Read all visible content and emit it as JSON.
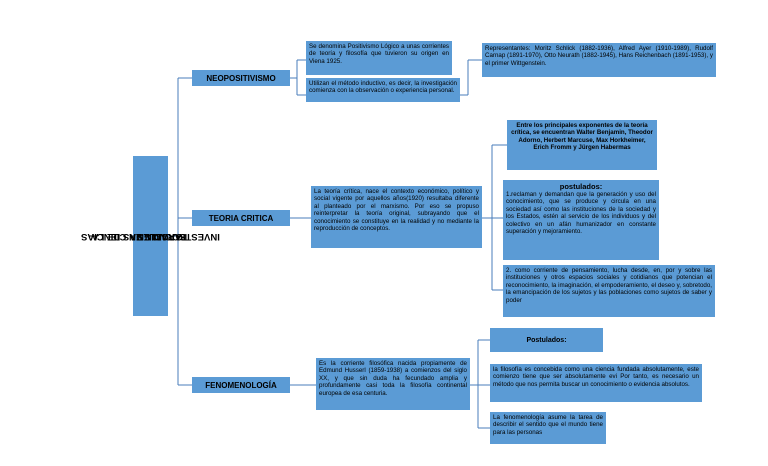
{
  "root": {
    "line1": "PARADIGMAS DE LA",
    "line2": "INVESTIGACION EN CIENCIAS",
    "line3": "SOCIALES"
  },
  "neopositivismo": {
    "label": "NEOPOSITIVISMO",
    "def": "Se denomina Positivismo Lógico a unas corrientes de teoría y filosofía que tuvieron su origen en Viena 1925.",
    "metodo": "Utilizan el método inductivo, es decir, la investigación comienza con la observación o experiencia personal.",
    "representantes": "Representantes: Moritz Schlick (1882-1936), Alfred Ayer (1910-1989), Rudolf Carnap (1891-1970), Otto Neurath (1882-1945), Hans Reichenbach (1891-1953), y el primer Wittgenstein."
  },
  "teoria": {
    "label": "TEORIA CRITICA",
    "def": "La teoría crítica, nace el contexto económico, político y social vigente por aquellos años(1920) resultaba diferente al planteado por el marxismo. Por eso se propuso reinterpretar la teoría original, subrayando que el conocimiento se constituye en la realidad y no mediante la reproducción de conceptos.",
    "exponentes": "Entre los principales exponentes de la teoría crítica, se encuentran Walter Benjamin, Theodor Adorno, Herbert Marcuse, Max Horkheimer, Erich Fromm y Jürgen Habermas",
    "postulados_title": "postulados:",
    "postulado1": "1.reclaman y demandan que la generación y uso del conocimiento, que se produce y circula en una sociedad así como las instituciones de la sociedad y los Estados, estén al servicio de los individuos y del colectivo en un afán humanizador en constante superación y mejoramiento.",
    "postulado2": "2. como corriente de pensamiento, lucha desde, en, por y sobre las instituciones y otros espacios sociales y cotidianos que potencian el reconocimiento, la imaginación, el empoderamiento, el deseo y, sobretodo, la emancipación de los sujetos y las poblaciones como sujetos de saber y poder"
  },
  "fenomenologia": {
    "label": "FENOMENOLOGÍA",
    "def": "Es la corriente filosófica nacida propiamente de Edmund Husserl (1859-1938) a comienzos del siglo XX, y que sin duda ha fecundado amplia y profundamente casi toda la filosofía continental europea de esa centuria.",
    "postulados_title": "Postulados:",
    "postulado1": "la filosofía es concebida como una ciencia fundada absolutamente, este comienzo tiene que ser absolutamente evi Por tanto, es necesario un método que nos permita buscar un conocimiento o evidencia absolutos.",
    "postulado2": "La fenomenología asume la tarea de describir el sentido que el mundo tiene para las personas"
  }
}
